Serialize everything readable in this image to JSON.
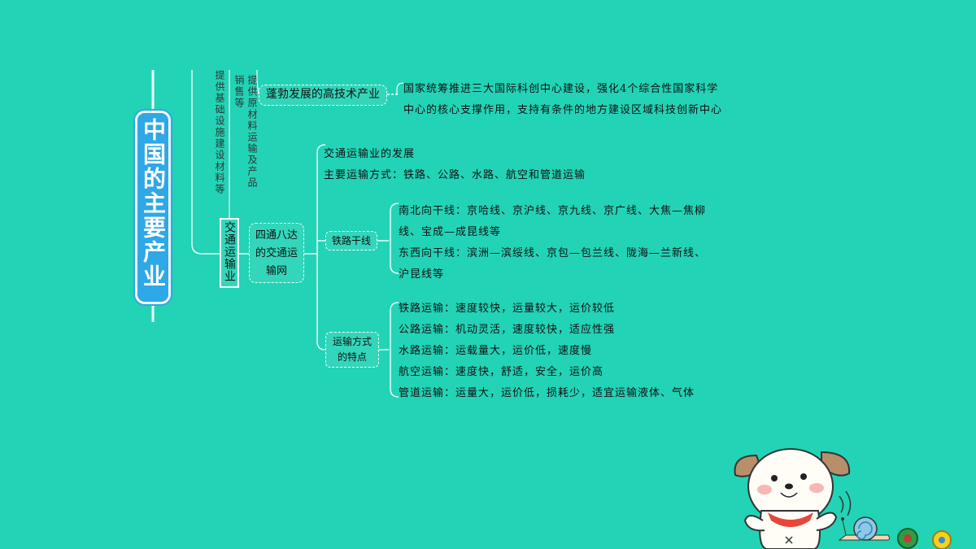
{
  "title": "中国的主要产业",
  "branch1_text": "提供基础设施建设材料等",
  "branch2_text": "提供原材料运输及产品销售等",
  "hightech": {
    "label": "蓬勃发展的高技术产业",
    "desc_line1": "国家统筹推进三大国际科创中心建设，强化4个综合性国家科学",
    "desc_line2": "中心的核心支撑作用，支持有条件的地方建设区域科技创新中心"
  },
  "transport": {
    "label": "交通运输业",
    "network_label": "四通八达的交通运输网",
    "dev_line1": "交通运输业的发展",
    "dev_line2": "主要运输方式：铁路、公路、水路、航空和管道运输",
    "rail_label": "铁路干线",
    "rail_lines": [
      "南北向干线：京哈线、京沪线、京九线、京广线、大焦—焦柳",
      "线、宝成—成昆线等",
      "东西向干线：滨洲—滨绥线、京包—包兰线、陇海—兰新线、",
      "沪昆线等"
    ],
    "mode_label": "运输方式的特点",
    "mode_lines": [
      "铁路运输：速度较快，运量较大，运价较低",
      "公路运输：机动灵活，速度较快，适应性强",
      "水路运输：运载量大，运价低，速度慢",
      "航空运输：速度快，舒适，安全，运价高",
      "管道运输：运量大，运价低，损耗少，适宜运输液体、气体"
    ]
  },
  "colors": {
    "background": "#22d3b6",
    "title_box": "#2ea8e6"
  }
}
